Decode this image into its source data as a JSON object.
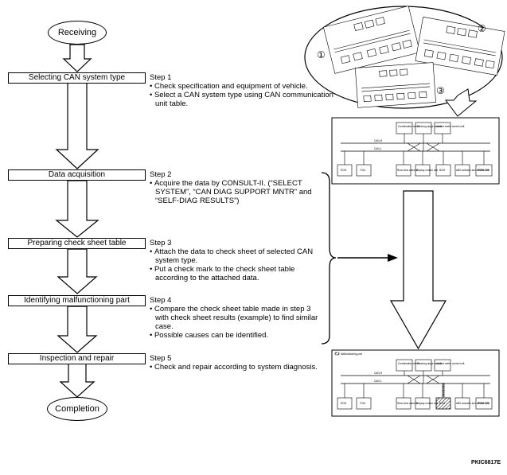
{
  "terminals": {
    "start": "Receiving",
    "end": "Completion"
  },
  "stages": [
    {
      "label": "Selecting CAN system type"
    },
    {
      "label": "Data acquisition"
    },
    {
      "label": "Preparing check sheet table"
    },
    {
      "label": "Identifying malfunctioning part"
    },
    {
      "label": "Inspection and repair"
    }
  ],
  "steps": [
    {
      "title": "Step 1",
      "bullets": [
        "Check specification and equipment of vehicle.",
        "Select a CAN system type using CAN communication unit table."
      ]
    },
    {
      "title": "Step 2",
      "bullets": [
        "Acquire the data by CONSULT-II. (“SELECT SYSTEM”, “CAN DIAG SUPPORT MNTR” and “SELF-DIAG RESULTS”)"
      ]
    },
    {
      "title": "Step 3",
      "bullets": [
        "Attach the data to check sheet of selected CAN system type.",
        "Put a check mark to the check sheet table according to the attached data."
      ]
    },
    {
      "title": "Step 4",
      "bullets": [
        "Compare the check sheet table made in step 3 with check sheet results (example) to find similar case.",
        "Possible causes can be identified."
      ]
    },
    {
      "title": "Step 5",
      "bullets": [
        "Check and repair according to system diagnosis."
      ]
    }
  ],
  "bubble_labels": [
    "①",
    "②",
    "③"
  ],
  "schematic": {
    "line_hi": "CAN-H",
    "line_lo": "CAN-L",
    "top_units": [
      "Combination meter",
      "Steering angle sensor",
      "Unified meter control unit"
    ],
    "bottom_units": [
      "ECM",
      "TCM",
      "Rear view camera",
      "Display control unit",
      "BCM",
      "ABS actuator and electric unit",
      "IPDM E/R"
    ]
  },
  "result_legend": "Malfunctioning part",
  "figure_code": "PKIC6817E"
}
